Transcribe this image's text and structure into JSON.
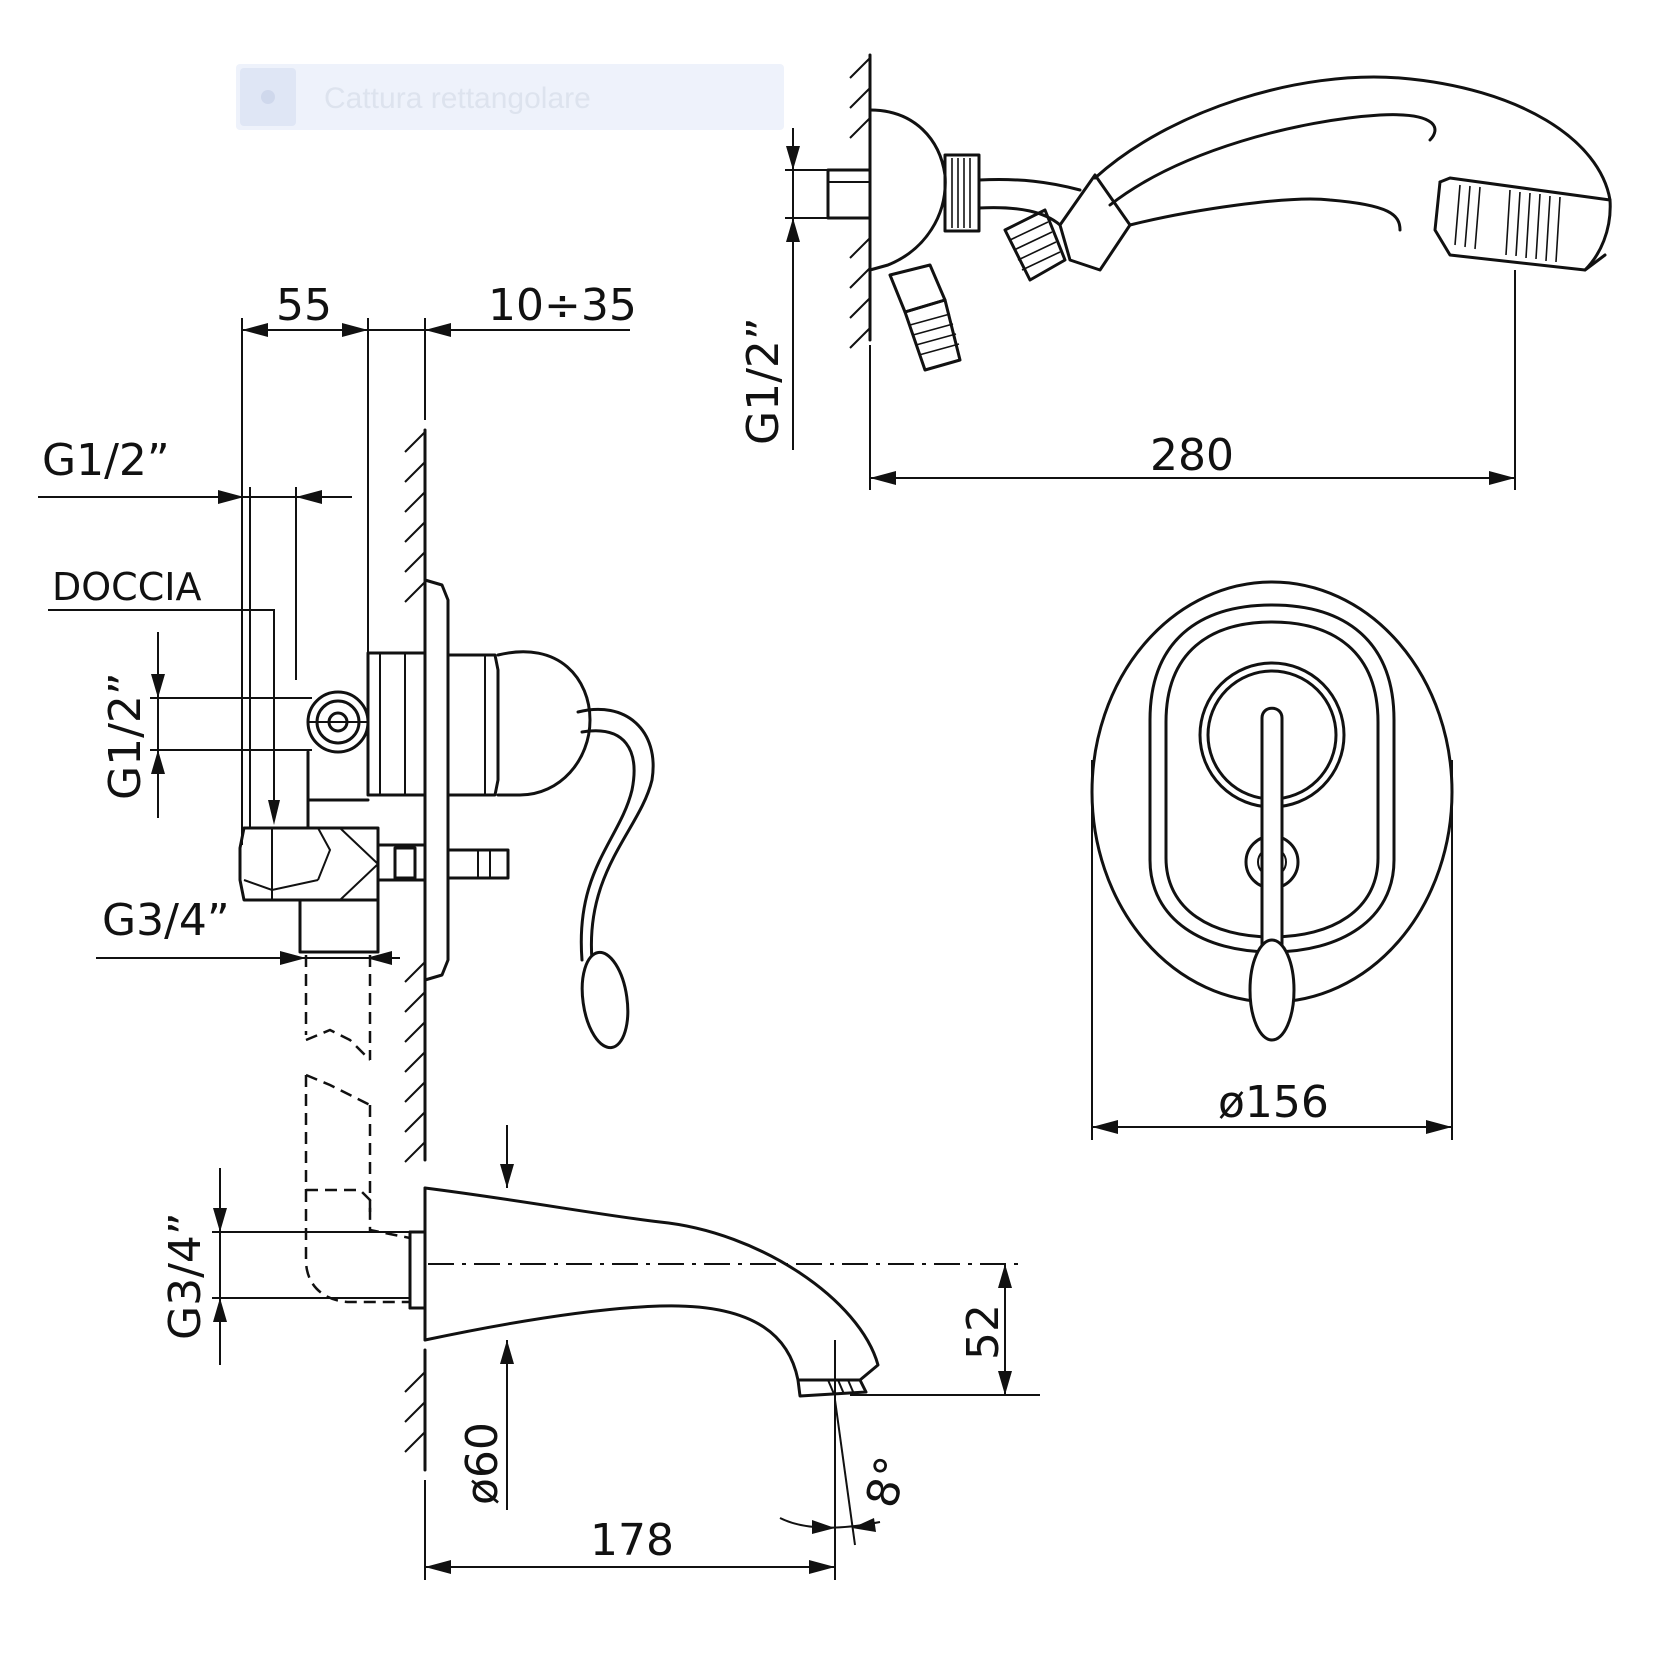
{
  "overlay": {
    "capture_label": "Cattura rettangolare"
  },
  "labels": {
    "dim_55": "55",
    "dim_10_35": "10÷35",
    "g12_top_left": "G1/2”",
    "doccia": "DOCCIA",
    "g12_vertical_left": "G1/2”",
    "g34_left": "G3/4”",
    "g34_vertical": "G3/4”",
    "dim_52": "52",
    "dia_60": "ø60",
    "dim_178": "178",
    "angle_8": "8°",
    "g12_vertical_shower": "G1/2”",
    "dim_280": "280",
    "dia_156": "ø156"
  }
}
